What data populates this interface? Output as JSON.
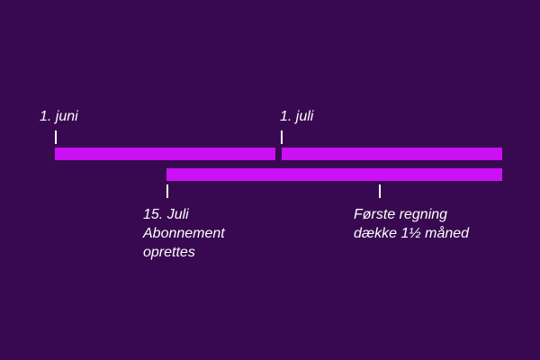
{
  "colors": {
    "background": "#380950",
    "bar": "#cc10f5",
    "text": "#ffffff"
  },
  "labels": {
    "june_start": "1. juni",
    "july_start": "1. juli",
    "subscription_date": "15. Juli",
    "subscription_line2": "Abonnement",
    "subscription_line3": "oprettes",
    "first_bill_line1": "Første regning",
    "first_bill_line2": "dække 1½ måned"
  }
}
